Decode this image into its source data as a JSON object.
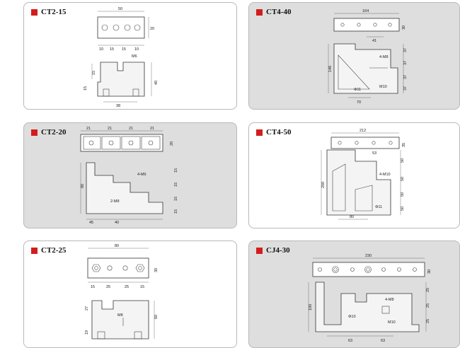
{
  "cards": {
    "ct2_15": {
      "title": "CT2-15",
      "dims": [
        "50",
        "20",
        "10",
        "15",
        "15",
        "10",
        "M6",
        "15",
        "15",
        "40",
        "38"
      ]
    },
    "ct4_40": {
      "title": "CT4-40",
      "dims": [
        "164",
        "30",
        "41",
        "4-M8",
        "37",
        "37",
        "146",
        "37",
        "M10",
        "Φ11",
        "37",
        "70"
      ]
    },
    "ct2_20": {
      "title": "CT2-20",
      "dims": [
        "21",
        "21",
        "21",
        "21",
        "20",
        "80",
        "4-M6",
        "15",
        "15",
        "15",
        "2-M8",
        "15",
        "45",
        "40"
      ]
    },
    "ct4_50": {
      "title": "CT4-50",
      "dims": [
        "212",
        "35",
        "53",
        "4-M10",
        "50",
        "200",
        "50",
        "Φ11",
        "50",
        "50",
        "80"
      ]
    },
    "ct2_25": {
      "title": "CT2-25",
      "dims": [
        "80",
        "30",
        "15",
        "25",
        "25",
        "15",
        "27",
        "M8",
        "60",
        "19"
      ]
    },
    "cj4_30": {
      "title": "CJ4-30",
      "dims": [
        "230",
        "30",
        "4-M8",
        "25",
        "100",
        "Φ10",
        "M10",
        "25",
        "25",
        "63",
        "63"
      ]
    }
  }
}
